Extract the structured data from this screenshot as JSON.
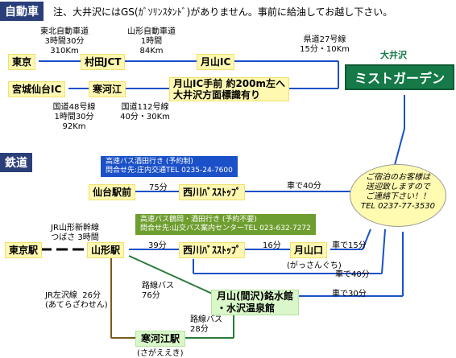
{
  "sections": {
    "car_label": "自動車",
    "train_label": "鉄道"
  },
  "notice": "注、大井沢にはGS(ｶﾞｿﾘﾝｽﾀﾝﾄﾞ)がありません。事前に給油してお越し下さい。",
  "destination": {
    "top_label": "大井沢",
    "name": "ミストガーデン"
  },
  "car": {
    "tohoku_info": "東北自動車道\n3時間30分\n310Km",
    "yamagata_info": "山形自動車道\n1時間\n84Km",
    "pref_road": "県道27号線\n15分・10Km",
    "route48": "国道48号線\n1時間30分\n92Km",
    "route112": "国道112号線\n40分・30Km",
    "nodes": {
      "tokyo": "東京",
      "murata": "村田JCT",
      "gassan_ic": "月山IC",
      "sendai_ic": "宮城仙台IC",
      "sagae": "寒河江",
      "gassan_before": "月山IC手前 約200m左へ\n大井沢方面標識有り"
    }
  },
  "rail": {
    "bus1_info": "高速バス酒田行き (予約制)\n問合せ先:庄内交通TEL 0235-24-7600",
    "sendai_station": "仙台駅前",
    "time_75": "75分",
    "nishikawa1": "西川ﾊﾞｽｽﾄｯﾌﾟ",
    "car40_1": "車で40分",
    "bubble": "ご宿泊のお客様は\n送迎致しますので\nご連絡下さい！！\nTEL 0237-77-3530",
    "bus2_info": "高速バス鶴岡・酒田行き (予約不要)\n問合せ先:山交バス案内センターTEL 023-632-7272",
    "shinkansen": "JR山形新幹線\nつばさ 3時間",
    "tokyo_station": "東京駅",
    "yamagata_station": "山形駅",
    "time_39": "39分",
    "nishikawa2": "西川ﾊﾞｽｽﾄｯﾌﾟ",
    "time_16": "16分",
    "gassan_guchi": "月山口",
    "gassan_guchi_kana": "(がっさんぐち)",
    "car15": "車で15分",
    "car40_2": "車で40分",
    "car30": "車で30分",
    "route_bus76": "路線バス\n76分",
    "suisui": "月山(間沢)銘水館\n・水沢温泉館",
    "route_bus28": "路線バス\n28分",
    "aterazawa_line": "JR左沢線  26分\n(あてらざわせん)",
    "sagae_station": "寒河江駅",
    "sagae_kana": "(さがええき)"
  }
}
